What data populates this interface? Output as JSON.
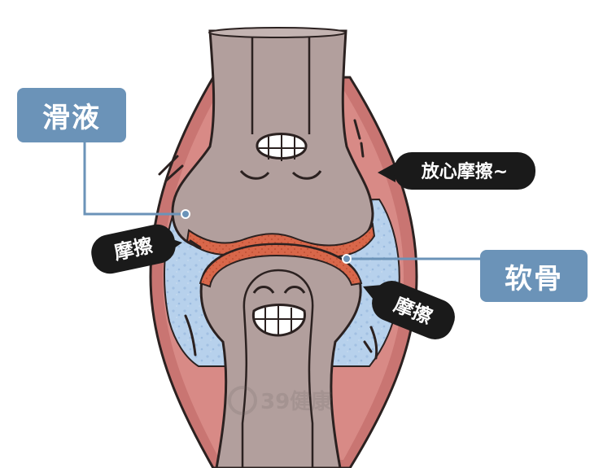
{
  "labels": {
    "synovial_fluid": "滑液",
    "cartilage": "软骨",
    "friction_left": "摩擦",
    "friction_right": "摩擦",
    "speech": "放心摩擦~"
  },
  "watermark": "39健康",
  "colors": {
    "bone": "#b29f9d",
    "bone_outline": "#2b2120",
    "capsule": "#c97572",
    "fluid": "#b7d1ec",
    "cartilage": "#d8674a",
    "label_bg": "#6b93b8",
    "bubble": "#1a1a1a"
  }
}
